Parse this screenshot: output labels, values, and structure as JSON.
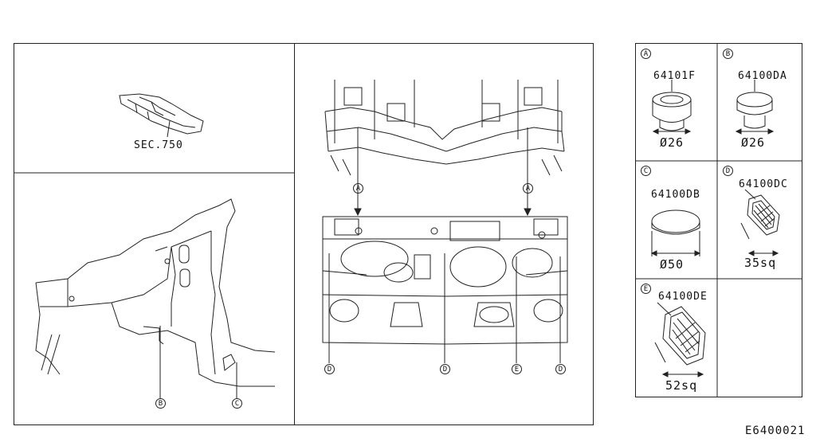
{
  "diagram_code": "E6400021",
  "section_ref": "SEC.750",
  "callouts": {
    "a": "A",
    "b": "B",
    "c": "C",
    "d": "D",
    "e": "E"
  },
  "parts": [
    {
      "key": "A",
      "part_no": "64101F",
      "dimension": "Ø26"
    },
    {
      "key": "B",
      "part_no": "64100DA",
      "dimension": "Ø26"
    },
    {
      "key": "C",
      "part_no": "64100DB",
      "dimension": "Ø50"
    },
    {
      "key": "D",
      "part_no": "64100DC",
      "dimension": "35sq"
    },
    {
      "key": "E",
      "part_no": "64100DE",
      "dimension": "52sq"
    }
  ]
}
